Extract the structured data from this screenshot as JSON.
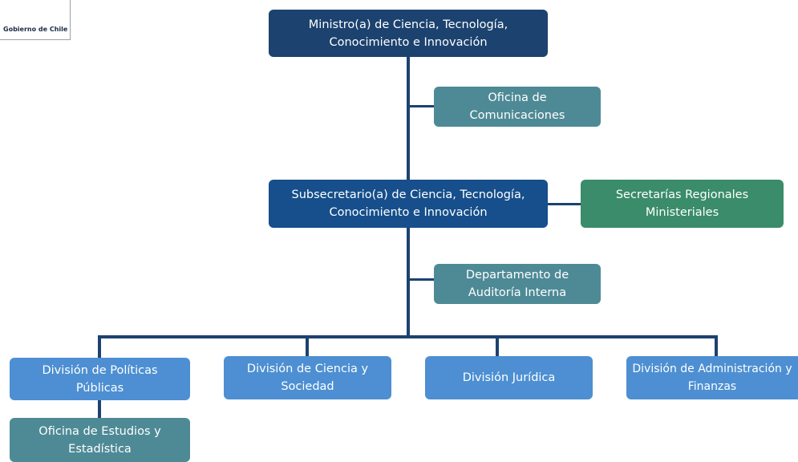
{
  "logo": {
    "text": "Gobierno de Chile"
  },
  "org_chart": {
    "minister": "Ministro(a) de Ciencia, Tecnología, Conocimiento e Innovación",
    "communications_office": "Oficina de Comunicaciones",
    "undersecretary": "Subsecretario(a) de Ciencia, Tecnología, Conocimiento e Innovación",
    "regional_secretariats": "Secretarías Regionales Ministeriales",
    "internal_audit": "Departamento de Auditoría Interna",
    "divisions": [
      "División de Políticas Públicas",
      "División de Ciencia y Sociedad",
      "División Jurídica",
      "División de Administración y Finanzas"
    ],
    "studies_office": "Oficina de Estudios y Estadística"
  }
}
